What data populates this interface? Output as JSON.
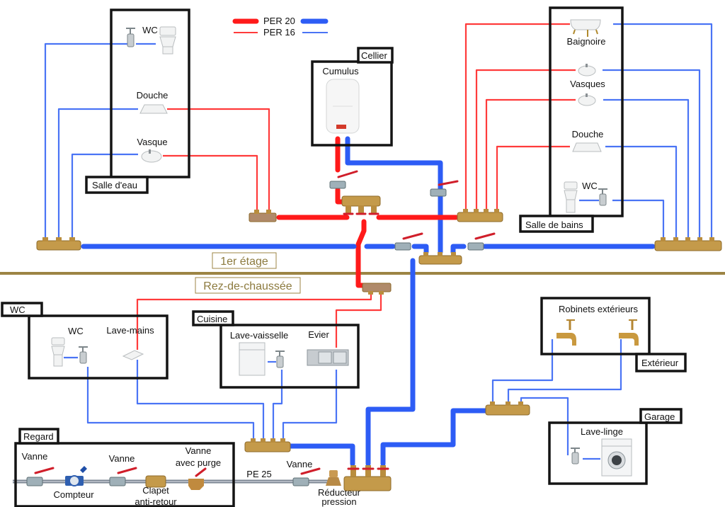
{
  "legend": {
    "per20": "PER 20",
    "per16": "PER 16",
    "hot_color": "#ff1a1a",
    "cold_color": "#2d5cf5"
  },
  "floors": {
    "upper": "1er étage",
    "ground": "Rez-de-chaussée",
    "line_color": "#9c8444"
  },
  "rooms": {
    "salle_eau": {
      "title": "Salle d'eau",
      "fixtures": [
        "WC",
        "Douche",
        "Vasque"
      ]
    },
    "cellier": {
      "title": "Cellier",
      "fixtures": [
        "Cumulus"
      ]
    },
    "salle_bains": {
      "title": "Salle de bains",
      "fixtures": [
        "Baignoire",
        "Vasques",
        "Douche",
        "WC"
      ]
    },
    "wc": {
      "title": "WC",
      "fixtures": [
        "WC",
        "Lave-mains"
      ]
    },
    "cuisine": {
      "title": "Cuisine",
      "fixtures": [
        "Lave-vaisselle",
        "Evier"
      ]
    },
    "exterieur": {
      "title": "Extérieur",
      "fixtures": [
        "Robinets extérieurs"
      ]
    },
    "garage": {
      "title": "Garage",
      "fixtures": [
        "Lave-linge"
      ]
    },
    "regard": {
      "title": "Regard",
      "items": [
        "Vanne",
        "Compteur",
        "Vanne",
        "Clapet",
        "anti-retour",
        "Vanne",
        "avec purge"
      ]
    }
  },
  "supply": {
    "pipe_label": "PE 25",
    "valve": "Vanne",
    "reducer_line1": "Réducteur",
    "reducer_line2": "pression"
  }
}
